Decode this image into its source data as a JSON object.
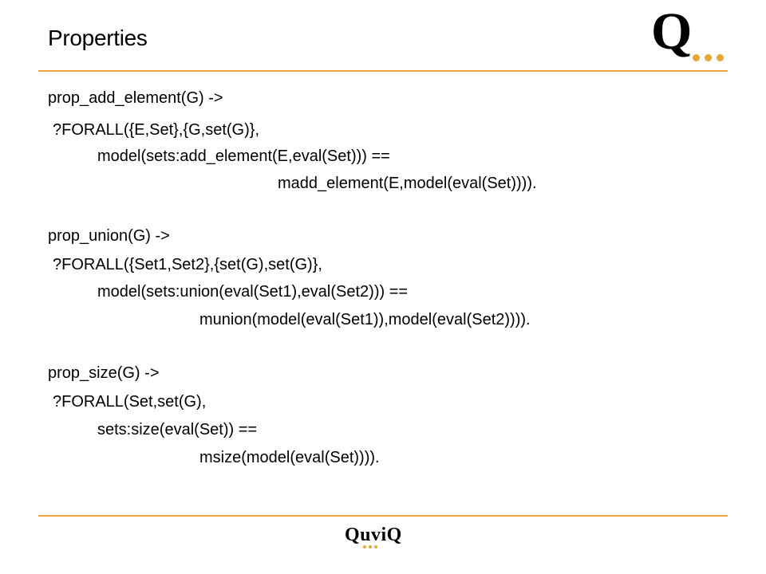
{
  "slide": {
    "title": "Properties",
    "logo_letter": "Q",
    "footer_brand": "QuviQ"
  },
  "colors": {
    "accent": "#e8a838",
    "rule": "#e8a838",
    "text": "#000000"
  },
  "code": {
    "lines": [
      "prop_add_element(G) ->",
      "?FORALL({E,Set},{G,set(G)},",
      "model(sets:add_element(E,eval(Set))) ==",
      "madd_element(E,model(eval(Set)))).",
      "prop_union(G) ->",
      "?FORALL({Set1,Set2},{set(G),set(G)},",
      "model(sets:union(eval(Set1),eval(Set2))) ==",
      "munion(model(eval(Set1)),model(eval(Set2)))).",
      "prop_size(G) ->",
      "?FORALL(Set,set(G),",
      "sets:size(eval(Set)) ==",
      "msize(model(eval(Set))))."
    ]
  }
}
